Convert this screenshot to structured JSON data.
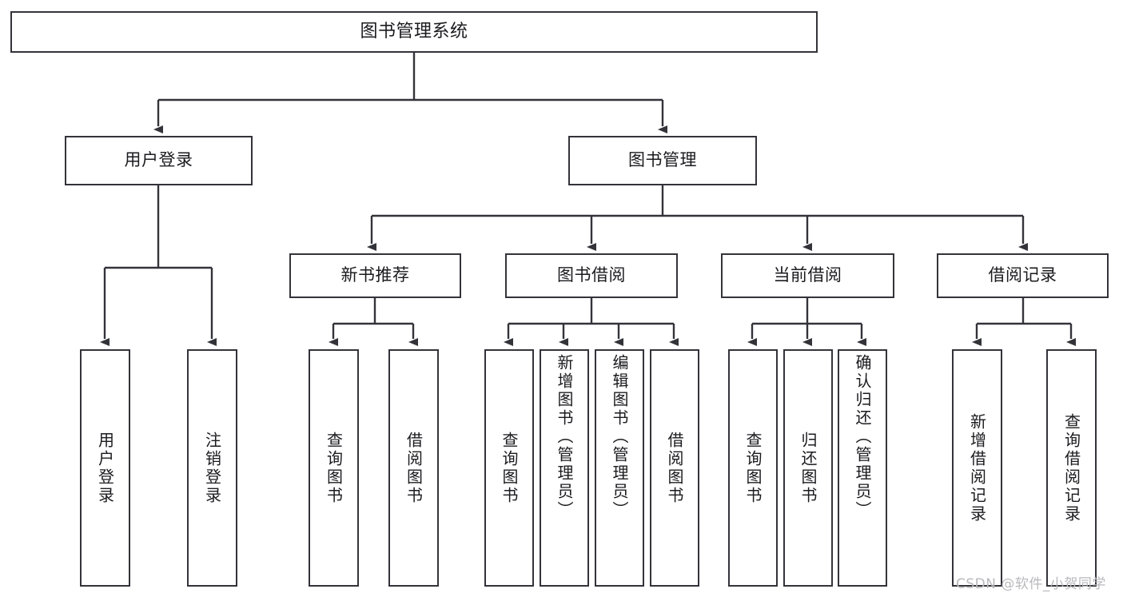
{
  "diagram": {
    "title": "图书管理系统",
    "root": {
      "label": "图书管理系统"
    },
    "level2": [
      {
        "label": "用户登录"
      },
      {
        "label": "图书管理"
      }
    ],
    "level3": [
      {
        "label": "新书推荐"
      },
      {
        "label": "图书借阅"
      },
      {
        "label": "当前借阅"
      },
      {
        "label": "借阅记录"
      }
    ],
    "leaves": [
      {
        "label": "用户登录"
      },
      {
        "label": "注销登录"
      },
      {
        "label": "查询图书"
      },
      {
        "label": "借阅图书"
      },
      {
        "label": "查询图书"
      },
      {
        "label": "新增图书（管理员）"
      },
      {
        "label": "编辑图书（管理员）"
      },
      {
        "label": "借阅图书"
      },
      {
        "label": "查询图书"
      },
      {
        "label": "归还图书"
      },
      {
        "label": "确认归还（管理员）"
      },
      {
        "label": "新增借阅记录"
      },
      {
        "label": "查询借阅记录"
      }
    ]
  },
  "watermark": {
    "text": "CSDN @软件_小贺同学"
  },
  "colors": {
    "stroke": "#33333a",
    "background": "#ffffff",
    "text": "#1b1b1f",
    "watermark": "#b9b9bd"
  }
}
